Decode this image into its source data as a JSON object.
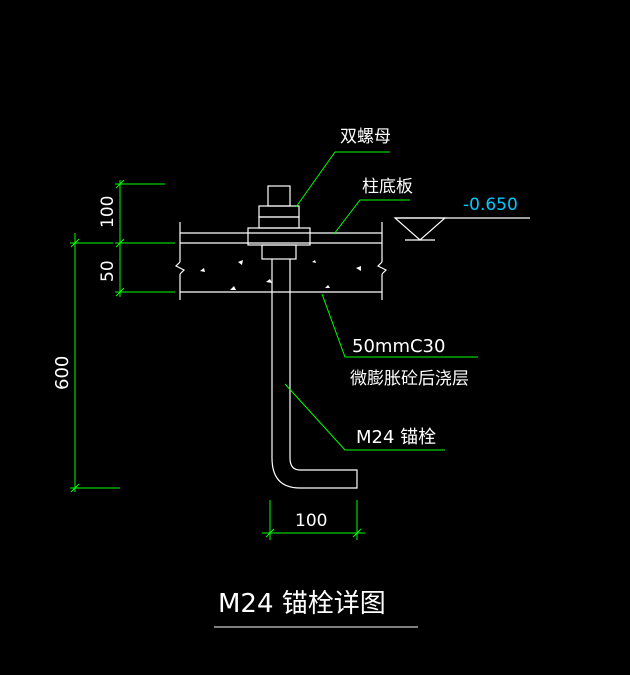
{
  "drawing": {
    "title": "M24 锚栓详图",
    "labels": {
      "double_nut": "双螺母",
      "base_plate": "柱底板",
      "grout_line1": "50mmC30",
      "grout_line2": "微膨胀砼后浇层",
      "anchor_bolt": "M24 锚栓",
      "elevation": "-0.650"
    },
    "dimensions": {
      "plate_top": "100",
      "grout": "50",
      "embed_depth": "600",
      "hook_length": "100"
    },
    "colors": {
      "background": "#000000",
      "geometry": "#ffffff",
      "dimension": "#00ff00",
      "elevation": "#00c8ff"
    }
  }
}
